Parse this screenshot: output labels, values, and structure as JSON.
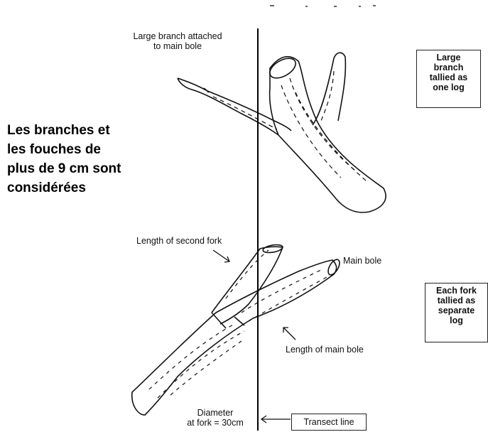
{
  "labels": {
    "large_branch_attached": [
      "Large branch attached",
      "to main bole"
    ],
    "length_second_fork": "Length of second fork",
    "main_bole": "Main bole",
    "length_main_bole": "Length of main bole",
    "diameter_at_fork": [
      "Diameter",
      "at fork = 30cm"
    ],
    "transect_line": "Transect line"
  },
  "boxes": {
    "large_branch_tallied": [
      "Large",
      "branch",
      "tallied as",
      "one log"
    ],
    "each_fork_tallied": [
      "Each fork",
      "tallied as",
      "separate",
      "log"
    ]
  },
  "french_note": [
    "Les branches et",
    "les fouches de",
    "plus de 9 cm sont",
    "considérées"
  ]
}
